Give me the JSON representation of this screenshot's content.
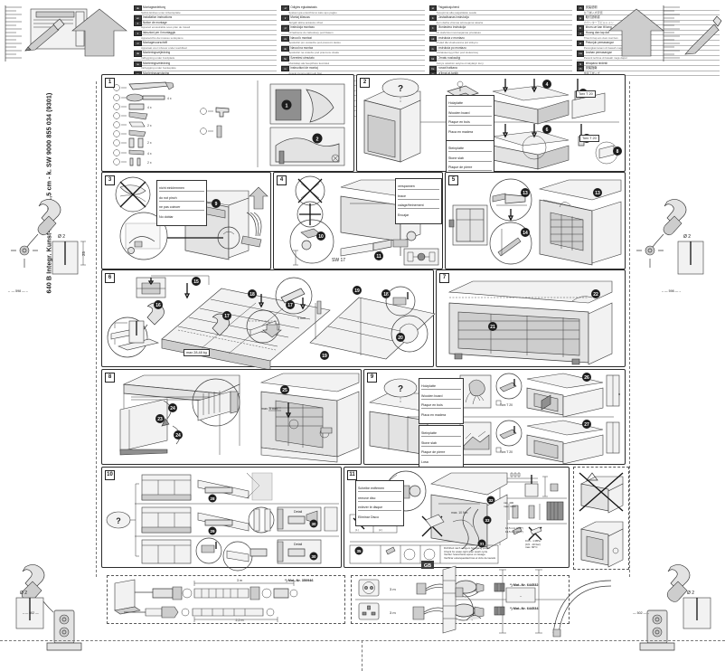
{
  "document": {
    "spine_title": "640 B Integr. Kunst-Leisten 81,5 cm - k. SW   9000 855 034 (9301)",
    "type": "installation-manual",
    "title_hidden": "Montageanleitung"
  },
  "header": {
    "columns": [
      {
        "rows": [
          {
            "flag": "de",
            "text": "Montageanleitung",
            "sub": "Selbst-Einbau unter Arbeitsplatte"
          },
          {
            "flag": "en",
            "text": "Installation instructions",
            "sub": ""
          },
          {
            "flag": "fr",
            "text": "Notice de montage",
            "sub": "Appareil encastrable sous plan de travail"
          },
          {
            "flag": "it",
            "text": "Istruzioni per il montaggio",
            "sub": "Apparecchio da incasso sottopiano"
          },
          {
            "flag": "nl",
            "text": "Montagevoorschrift",
            "sub": "Apparaat voor inbouw onder werkblad"
          },
          {
            "flag": "da",
            "text": "Monteringsvejledning",
            "sub": "Indbygning under bordplade"
          },
          {
            "flag": "no",
            "text": "Monteringsveiledning",
            "sub": "Innbygging under benkeplate"
          },
          {
            "flag": "sv",
            "text": "Monteringsanvisning",
            "sub": "Inbyggnad under bankskiva"
          },
          {
            "flag": "fi",
            "text": "Asennusohje",
            "sub": "Tyotason alle asennettava laite"
          },
          {
            "flag": "es",
            "text": "Instrucciones de montaje",
            "sub": "Aparato integrable bajo encimera"
          },
          {
            "flag": "pt",
            "text": "Instrucoes de montagem",
            "sub": "Aparelho de encastrar sob bancada"
          }
        ]
      },
      {
        "rows": [
          {
            "flag": "el",
            "text": "Odigies egkatastasis",
            "sub": "Syskevi gia entoichismo kato apo pagko"
          },
          {
            "flag": "tr",
            "text": "Montaj kilavuzu",
            "sub": "Tezgah altina ankastre cihaz"
          },
          {
            "flag": "pl",
            "text": "Instrukcja montazu",
            "sub": "Urzadzenie do zabudowy pod blatem"
          },
          {
            "flag": "cs",
            "text": "Navod k montazi",
            "sub": "Spotrebic pro vestavbu pod pracovni desku"
          },
          {
            "flag": "sk",
            "text": "Navod na montaz",
            "sub": "Spotrebic na vstavbu pod pracovnu dosku"
          },
          {
            "flag": "hu",
            "text": "Szerelesi utmutato",
            "sub": "Munkalap ala beepitheto keszulek"
          },
          {
            "flag": "ro",
            "text": "Instructiuni de montaj",
            "sub": "Aparat incorporabil sub blat"
          },
          {
            "flag": "bg",
            "text": "Instrukcia za montaz",
            "sub": "Ured za vgrazdane pod plot"
          },
          {
            "flag": "hr",
            "text": "Uputa za montazu",
            "sub": "Uredaj za ugradnju ispod radne ploce"
          },
          {
            "flag": "sl",
            "text": "Navodila za montazo",
            "sub": "Aparat za vgradnjo pod delovni pult"
          },
          {
            "flag": "sr",
            "text": "Uputstvo za montazu",
            "sub": "Uredaj za ugradnju ispod radne ploce"
          }
        ]
      },
      {
        "rows": [
          {
            "flag": "et",
            "text": "Paigaldusjuhend",
            "sub": "Tooupinna alla paigaldatav seade"
          },
          {
            "flag": "lv",
            "text": "Uzstadisanas instrukcija",
            "sub": "Zem darba virsmas iebuvejama iekarta"
          },
          {
            "flag": "lt",
            "text": "Montavimo instrukcija",
            "sub": "Po stalvirsiu imontuojamas prietaisas"
          },
          {
            "flag": "uk",
            "text": "Instrukcia z montazu",
            "sub": "Prylad dla vbuduvanna pid stilnycu"
          },
          {
            "flag": "ru",
            "text": "Instrukcia po montazu",
            "sub": "Vstraivaemyj pribor pod stolesnicej"
          },
          {
            "flag": "kk",
            "text": "Ornatu nuskauligi",
            "sub": "Jumys ustelinin astyna ornatylatyn kuryl"
          },
          {
            "flag": "he",
            "text": "horaot hatkana",
            "sub": ""
          },
          {
            "flag": "ar",
            "text": "ta'limat at-tarkib",
            "sub": ""
          },
          {
            "flag": "fa",
            "text": "dastoor-e nasb",
            "sub": ""
          },
          {
            "flag": "zh",
            "text": "安装说明书",
            "sub": "嵌入式安装于台面下"
          },
          {
            "flag": "ko",
            "text": "설치 설명서",
            "sub": ""
          }
        ]
      },
      {
        "rows": [
          {
            "flag": "zh",
            "text": "安装说明",
            "sub": "台下嵌入式安装"
          },
          {
            "flag": "ja",
            "text": "取付説明書",
            "sub": "カウンター下ビルトイン"
          },
          {
            "flag": "th",
            "text": "khum-ue kan tit tang",
            "sub": ""
          },
          {
            "flag": "vi",
            "text": "Huong dan lap dat",
            "sub": "Thiet bi lap am duoi mat ban"
          },
          {
            "flag": "id",
            "text": "Petunjuk pemasangan",
            "sub": "Perangkat tanam di bawah meja dapur"
          },
          {
            "flag": "ms",
            "text": "Arahan pemasangan",
            "sub": "Peranti terbina di bawah meja dapur"
          },
          {
            "flag": "hi",
            "text": "sthapana nirdesh",
            "sub": ""
          },
          {
            "flag": "zh",
            "text": "安裝指南",
            "sub": "檯面下嵌入式"
          }
        ]
      }
    ]
  },
  "steps": [
    {
      "num": "1",
      "name": "parts-list-and-unpacking",
      "labels": [],
      "callouts": [
        "1",
        "2"
      ]
    },
    {
      "num": "2",
      "name": "worktop-fixing",
      "labels": [
        {
          "lines": [
            "Holzplatte",
            "Wooden board",
            "Plaque en bois",
            "Placa en madera"
          ]
        },
        {
          "lines": [
            "Steinplatte",
            "Stone slab",
            "Plaque de pierre",
            "Losa"
          ]
        }
      ],
      "tags": [
        "Torx T 20",
        "Torx T 20"
      ],
      "callouts": [
        "4",
        "5",
        "6",
        "7",
        "8"
      ]
    },
    {
      "num": "3",
      "name": "hose-routing-do-not-pinch",
      "labels": [
        {
          "lines": [
            "nicht einklemmen",
            "do not pinch",
            "ne pas coincer",
            "No doblar"
          ]
        }
      ],
      "callouts": [
        "9"
      ]
    },
    {
      "num": "4",
      "name": "levelling-feet",
      "labels": [
        {
          "lines": [
            "verspannen",
            "brace",
            "calage/freinement",
            "Encajar"
          ]
        }
      ],
      "tags": [
        "SW 17"
      ],
      "callouts": [
        "10",
        "11"
      ]
    },
    {
      "num": "5",
      "name": "side-panel-brackets",
      "labels": [],
      "callouts": [
        "13",
        "14"
      ]
    },
    {
      "num": "6",
      "name": "furniture-door-drilling",
      "labels": [],
      "tags": [
        "max 28,48 kg"
      ],
      "dims": [
        "1 mm"
      ],
      "callouts": [
        "15",
        "16",
        "17",
        "18",
        "19",
        "20"
      ]
    },
    {
      "num": "7",
      "name": "door-panel-hang",
      "labels": [],
      "callouts": [
        "21",
        "22"
      ]
    },
    {
      "num": "8",
      "name": "door-alignment",
      "labels": [],
      "dims": [
        "max. 5 mm"
      ],
      "callouts": [
        "23",
        "24",
        "25"
      ]
    },
    {
      "num": "9",
      "name": "plinth-and-top-board",
      "labels": [
        {
          "lines": [
            "Holzplatte",
            "Wooden board",
            "Plaque en bois",
            "Placa en madera"
          ]
        },
        {
          "lines": [
            "Steinplatte",
            "Stone slab",
            "Plaque de pierre",
            "Losa"
          ]
        }
      ],
      "tags": [
        "Torx T 20",
        "Torx T 20"
      ],
      "callouts": [
        "26",
        "27"
      ]
    },
    {
      "num": "10",
      "name": "plinth-variants",
      "labels": [],
      "tags": [
        "Detail",
        "Detail"
      ],
      "callouts": [
        "28",
        "29",
        "30"
      ]
    },
    {
      "num": "11",
      "name": "water-electrical-connection",
      "labels": [
        {
          "lines": [
            "Scheibe entfernen",
            "remove disc",
            "enlever le disque",
            "Eliminar Disco"
          ]
        }
      ],
      "tags": [
        "max. 10 Nm"
      ],
      "dims": [
        "min. 400",
        "max. 1000",
        "10,5 mm (3 /8\")",
        "19,5 mm (3 /4\")",
        "0,05 - 1 MPa",
        "(0,5 - 10 bar)",
        "max. 60°C"
      ],
      "notes": [
        "Dichtheit nach einigem Spulgang prufen",
        "Check for water-tight after wash cycle",
        "Verifier l'etancheite apres un lavage",
        "Verificar estanqueidad tras el ciclo de lavado"
      ],
      "callouts": [
        "31",
        "32",
        "33",
        "34",
        "35"
      ]
    }
  ],
  "corner_templates": [
    {
      "name": "drill-template-top-left",
      "dim": "Ø 2"
    },
    {
      "name": "drill-template-left",
      "dim": "Ø 2",
      "width": "598"
    },
    {
      "name": "drill-template-right",
      "dim": "Ø 2",
      "width": "598"
    },
    {
      "name": "drill-template-bottom-left",
      "dim": "Ø 2",
      "width": "502"
    },
    {
      "name": "drill-template-bottom-right",
      "dim": "Ø 2",
      "width": "502"
    }
  ],
  "accessories": {
    "hose_set": {
      "matnr": "*) Mat.-Nr. 350946",
      "lengths": [
        "3 m",
        "2,2 m"
      ],
      "note": "(Mat.-Nr.)"
    },
    "power_cords": [
      {
        "socket": "schuko-socket",
        "qty": "3 m",
        "badge": "CH",
        "matnr": "*) Mat.-Nr. 644532"
      },
      {
        "socket": "uk-socket",
        "qty": "3 m",
        "badge": "GB",
        "matnr": "*) Mat.-Nr. 644534"
      }
    ]
  },
  "warnings": {
    "no_clamp": "do-not-pinch",
    "no_lift_by_door": "do-not-lift-by-door",
    "no_crossed_worktop": "no-crossed-worktop"
  },
  "colors": {
    "line": "#3a3a3a",
    "fill_light": "#f2f2f2",
    "fill_mid": "#e3e3e3",
    "fill_dark": "#cdcdcd",
    "callout": "#1d1d1d",
    "paper": "#ffffff"
  }
}
